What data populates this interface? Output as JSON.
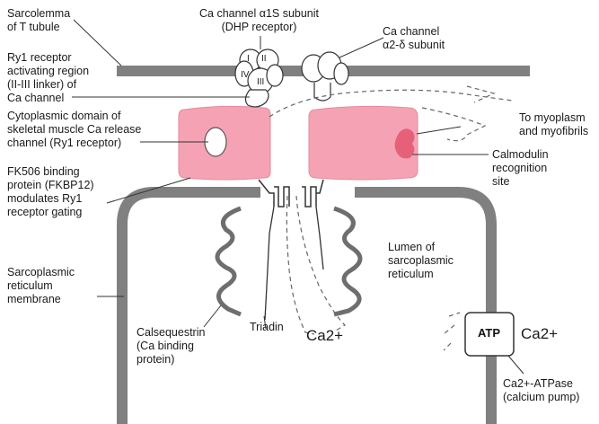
{
  "labels": {
    "sarcolemma": [
      "Sarcolemma",
      "of T tubule"
    ],
    "ca_alpha1s": [
      "Ca channel α1S subunit",
      "(DHP receptor)"
    ],
    "ca_alpha2delta": [
      "Ca channel",
      "α2-δ subunit"
    ],
    "ry1_activating": [
      "Ry1 receptor",
      "activating region",
      "(II-III linker) of",
      "Ca channel"
    ],
    "cytoplasmic_domain": [
      "Cytoplasmic domain of",
      "skeletal muscle Ca release",
      "channel (Ry1 receptor)"
    ],
    "to_myoplasm": [
      "To myoplasm",
      "and myofibrils"
    ],
    "calmodulin": [
      "Calmodulin",
      "recognition",
      "site"
    ],
    "fk506": [
      "FK506 binding",
      "protein (FKBP12)",
      "modulates Ry1",
      "receptor gating"
    ],
    "lumen": [
      "Lumen of",
      "sarcoplasmic",
      "reticulum"
    ],
    "sr_membrane": [
      "Sarcoplasmic",
      "reticulum",
      "membrane"
    ],
    "calsequestrin": [
      "Calsequestrin",
      "(Ca binding",
      "protein)"
    ],
    "triadin": [
      "Triadin"
    ],
    "ca_center": "Ca2+",
    "ca_right": "Ca2+",
    "atp": "ATP",
    "atpase": [
      "Ca2+-ATPase",
      "(calcium pump)"
    ]
  },
  "subunit_numerals": [
    "I",
    "II",
    "III",
    "IV"
  ],
  "colors": {
    "membrane": "#808080",
    "ry1": "#f5a3b4",
    "ry1_stroke": "#e58a9d",
    "calmodulin_site": "#e7607a",
    "line": "#333333"
  }
}
